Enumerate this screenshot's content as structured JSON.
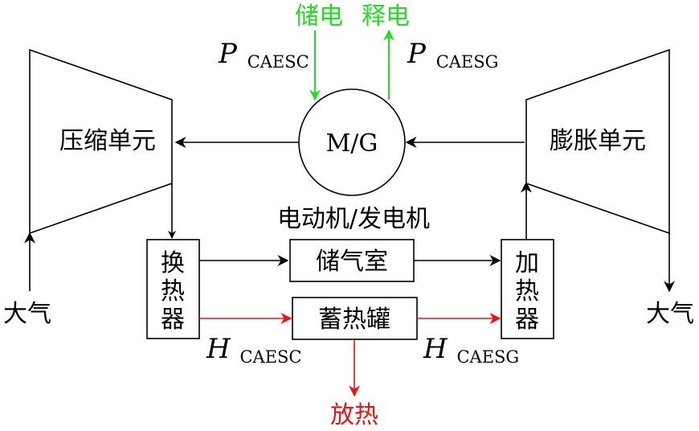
{
  "colors": {
    "line": "#000000",
    "electric": "#22dd22",
    "heat": "#ee1111"
  },
  "top": {
    "store_label": "储电",
    "release_label": "释电"
  },
  "power": {
    "charge_symbol": "P",
    "charge_sub": "CAESC",
    "discharge_symbol": "P",
    "discharge_sub": "CAESG"
  },
  "compressor": {
    "label": "压缩单元"
  },
  "expander": {
    "label": "膨胀单元"
  },
  "motor": {
    "label": "M/G",
    "caption": "电动机/发电机"
  },
  "heat_exchanger": {
    "chars": [
      "换",
      "热",
      "器"
    ]
  },
  "heater": {
    "chars": [
      "加",
      "热",
      "器"
    ]
  },
  "air_storage": {
    "label": "储气室"
  },
  "heat_tank": {
    "label": "蓄热罐"
  },
  "heat_flow": {
    "in_symbol": "H",
    "in_sub": "CAESC",
    "out_symbol": "H",
    "out_sub": "CAESG"
  },
  "atmosphere": {
    "left_label": "大气",
    "right_label": "大气"
  },
  "release_heat": {
    "label": "放热"
  }
}
